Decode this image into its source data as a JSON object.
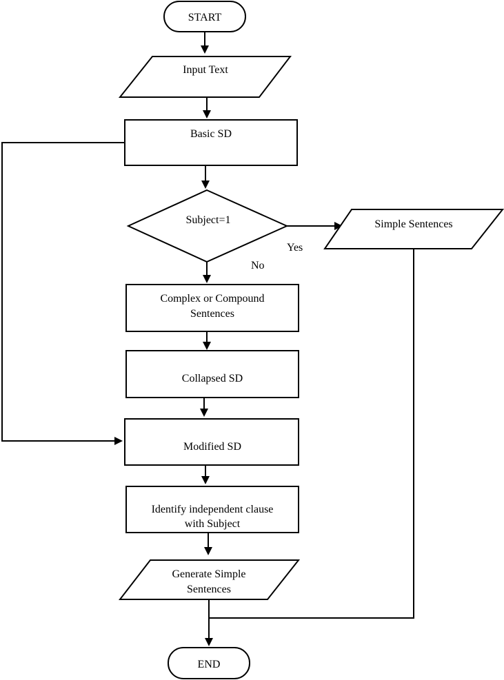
{
  "flowchart": {
    "start": "START",
    "input_text": "Input Text",
    "basic_sd": "Basic SD",
    "decision": "Subject=1",
    "yes_label": "Yes",
    "no_label": "No",
    "simple_sentences": "Simple Sentences",
    "complex_compound": [
      "Complex or Compound",
      "Sentences"
    ],
    "collapsed_sd": "Collapsed SD",
    "modified_sd": "Modified SD",
    "identify_clause": [
      "Identify independent clause",
      "with Subject"
    ],
    "generate_simple": [
      "Generate Simple",
      "Sentences"
    ],
    "end": "END"
  }
}
